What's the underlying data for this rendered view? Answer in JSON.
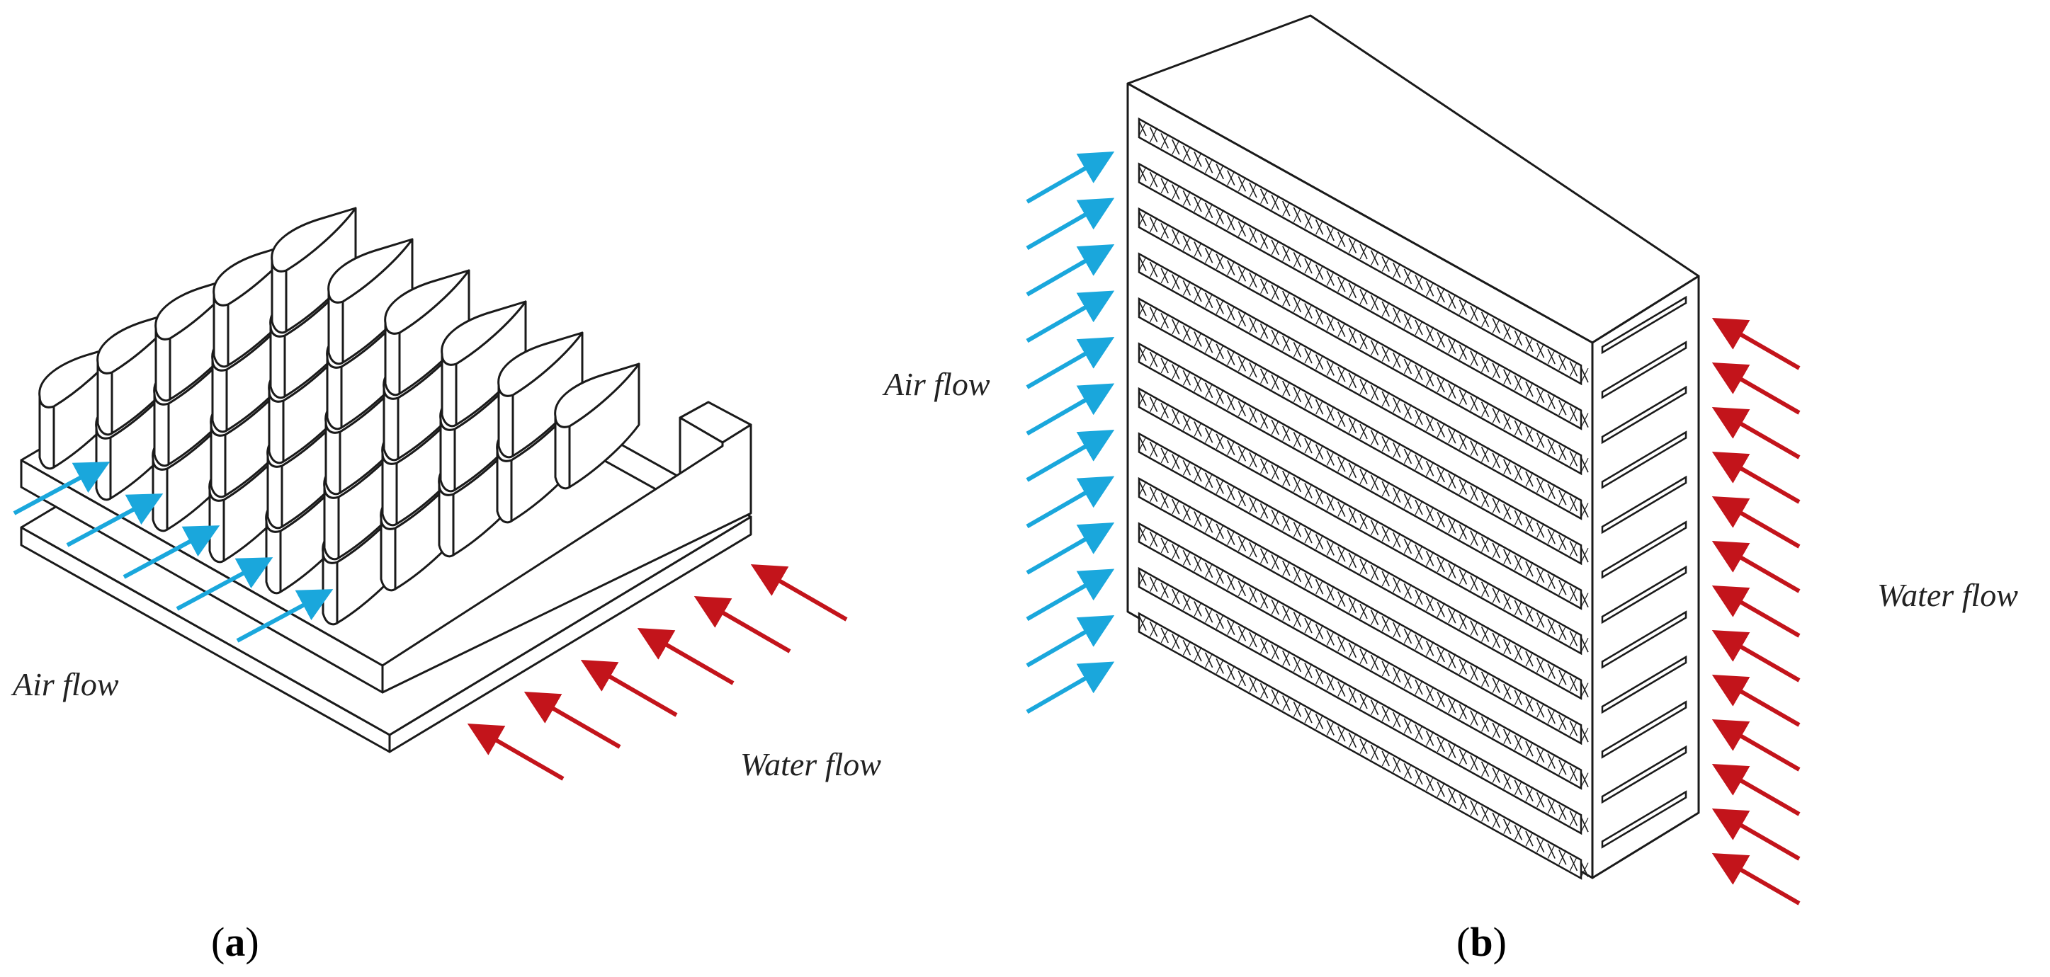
{
  "panel_a": {
    "air_label": "Air flow",
    "water_label": "Water flow",
    "caption_open": "(",
    "caption_letter": "a",
    "caption_close": ")"
  },
  "panel_b": {
    "air_label": "Air flow",
    "water_label": "Water flow",
    "caption_open": "(",
    "caption_letter": "b",
    "caption_close": ")"
  },
  "colors": {
    "air_arrow": "#1aa7dc",
    "water_arrow": "#c3141b",
    "line": "#1a1a1a",
    "background": "#ffffff"
  }
}
